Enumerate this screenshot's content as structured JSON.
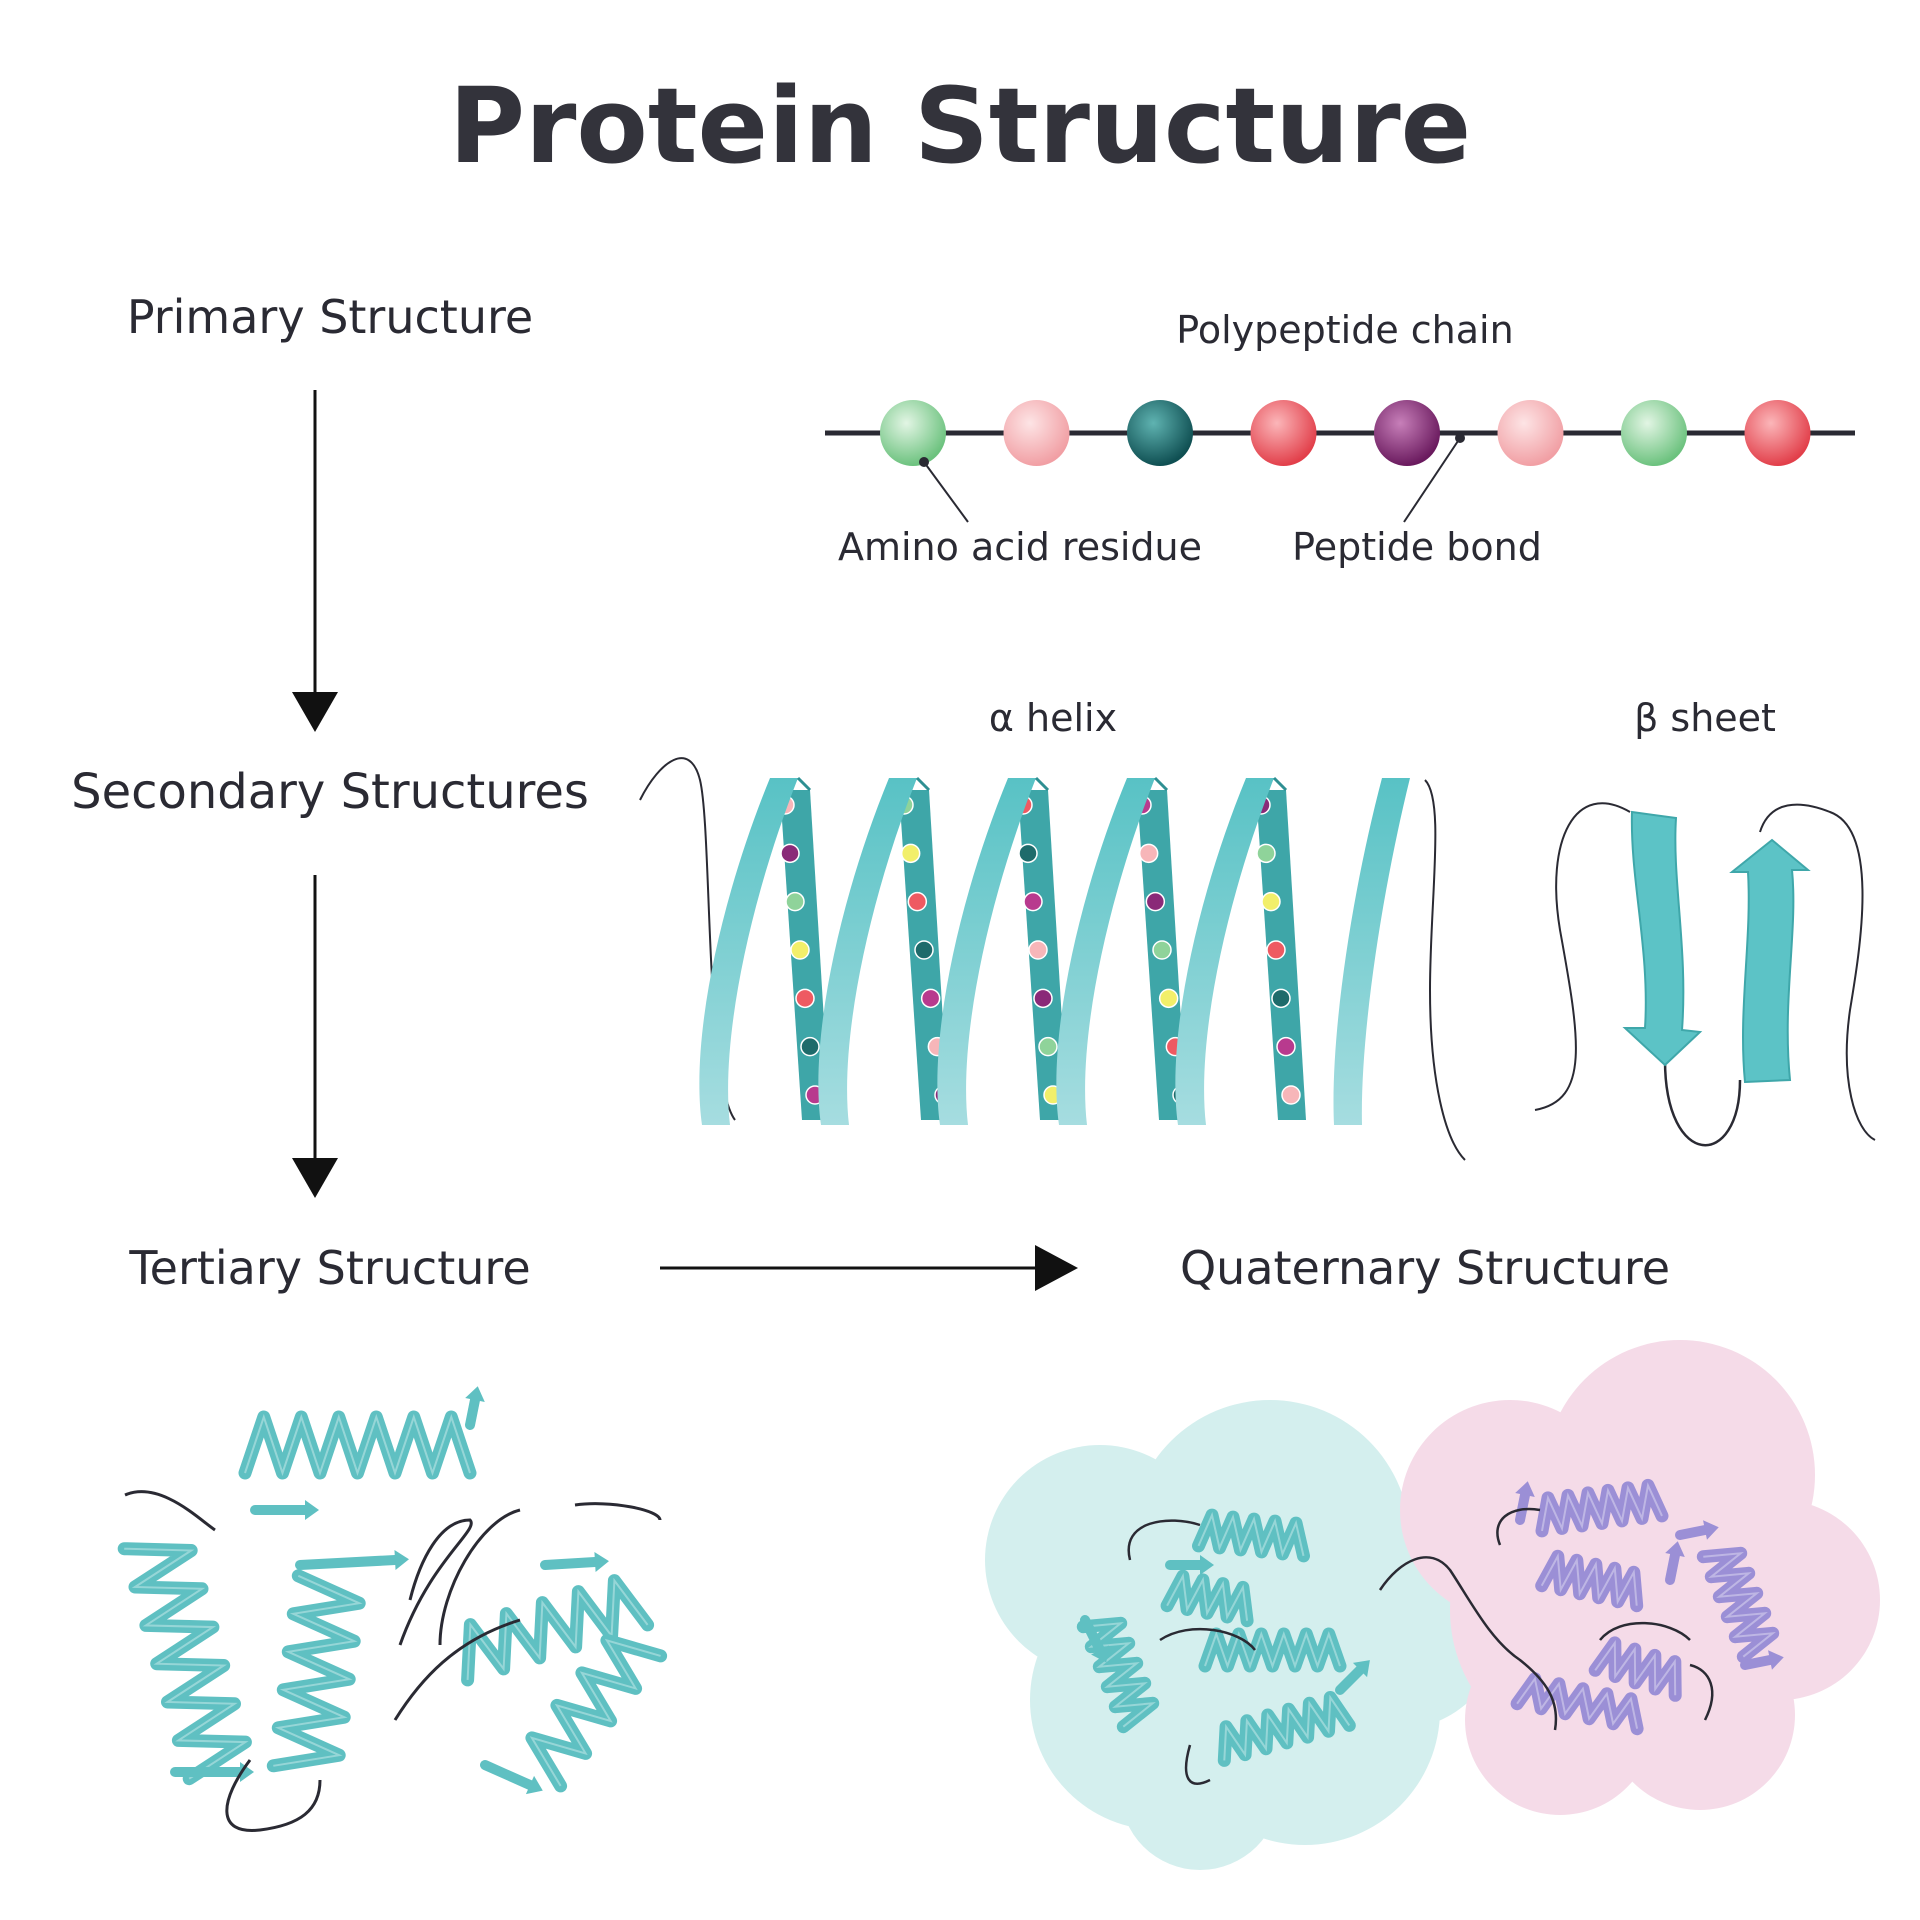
{
  "title": "Protein Structure",
  "levels": {
    "primary": "Primary Structure",
    "secondary": "Secondary Structures",
    "tertiary": "Tertiary Structure",
    "quaternary": "Quaternary Structure"
  },
  "primary_panel": {
    "chain_label": "Polypeptide chain",
    "residue_label": "Amino acid residue",
    "bond_label": "Peptide bond",
    "residue_colors": [
      "#8fd39a",
      "#f7b6b9",
      "#1e6b6b",
      "#ee5a62",
      "#8a2a78",
      "#f7b6b9",
      "#8fd39a",
      "#ee5a62"
    ]
  },
  "secondary_panel": {
    "helix_label": "α helix",
    "sheet_label": "β sheet"
  },
  "colors": {
    "ribbon": "#63c7c9",
    "ribbon_dark": "#3ea6a8",
    "tertiary_blob": "#d4efee",
    "quaternary_blob": "#f5dbe8",
    "purple_ribbon": "#9b8fd6",
    "line": "#2a2a33"
  }
}
